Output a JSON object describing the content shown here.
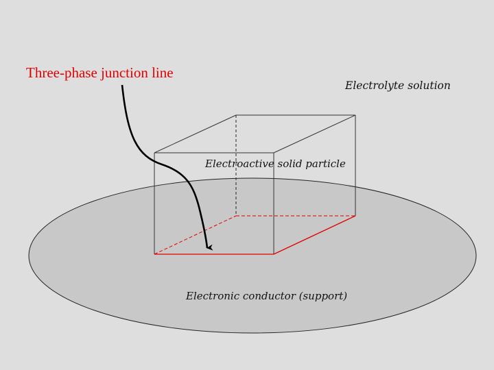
{
  "labels": {
    "junction": "Three-phase junction line",
    "electrolyte": "Electrolyte solution",
    "particle": "Electroactive solid particle",
    "conductor": "Electronic conductor (support)"
  },
  "colors": {
    "background": "#dedede",
    "support_fill": "#c8c8c8",
    "junction": "#e00000",
    "outline": "#333333",
    "arrow": "#000000"
  }
}
